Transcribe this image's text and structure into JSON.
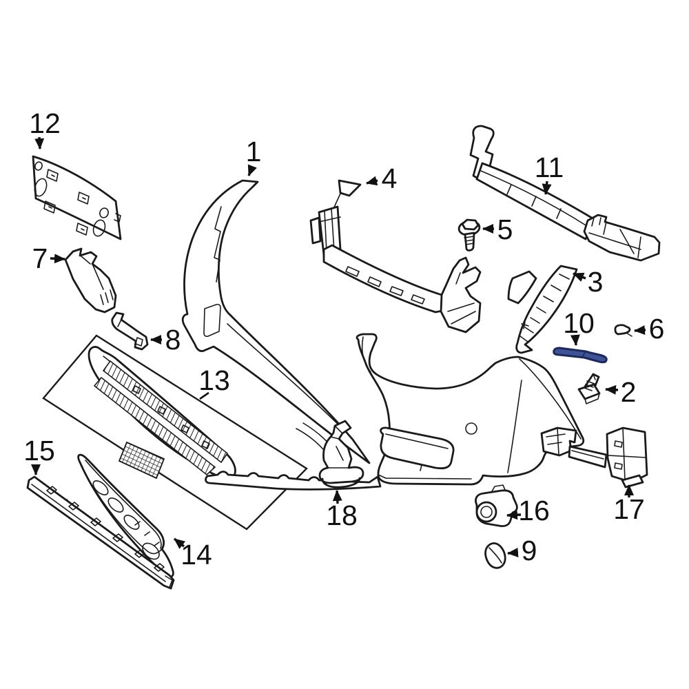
{
  "page": {
    "background": "#ffffff",
    "line_color": "#1a1a1a",
    "description_visible_text_only": ""
  },
  "highlight": {
    "fill": "#3E5296",
    "stroke": "#1A2A5E",
    "applies_to_callout": "10"
  },
  "callouts": [
    {
      "id": "1",
      "label": "1"
    },
    {
      "id": "2",
      "label": "2"
    },
    {
      "id": "3",
      "label": "3"
    },
    {
      "id": "4",
      "label": "4"
    },
    {
      "id": "5",
      "label": "5"
    },
    {
      "id": "6",
      "label": "6"
    },
    {
      "id": "7",
      "label": "7"
    },
    {
      "id": "8",
      "label": "8"
    },
    {
      "id": "9",
      "label": "9"
    },
    {
      "id": "10",
      "label": "10",
      "highlighted": true
    },
    {
      "id": "11",
      "label": "11"
    },
    {
      "id": "12",
      "label": "12"
    },
    {
      "id": "13",
      "label": "13"
    },
    {
      "id": "14",
      "label": "14"
    },
    {
      "id": "15",
      "label": "15"
    },
    {
      "id": "16",
      "label": "16"
    },
    {
      "id": "17",
      "label": "17"
    },
    {
      "id": "18",
      "label": "18"
    }
  ]
}
